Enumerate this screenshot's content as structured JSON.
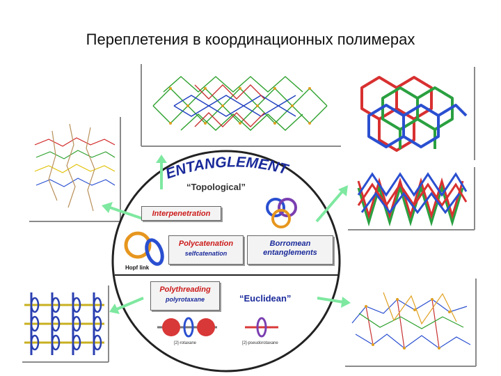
{
  "slide_title": "Переплетения в координационных полимерах",
  "diagram": {
    "heading": "ENTANGLEMENT",
    "topological": "“Topological”",
    "euclidean": "“Euclidean”",
    "interpenetration": "Interpenetration",
    "polycatenation": "Polycatenation",
    "selfcatenation": "selfcatenation",
    "borromean_line1": "Borromean",
    "borromean_line2": "entanglements",
    "polythreading": "Polythreading",
    "polyrotaxane": "polyrotaxane",
    "hopf_link": "Hopf link",
    "rotaxane": "[2]-rotaxane",
    "pseudorotaxane": "[2]-pseudorotaxane"
  },
  "colors": {
    "arrow": "#7ee8a0",
    "heading": "#1a2a9a",
    "label_red": "#cc1a1a",
    "label_blue": "#1a2a9a",
    "ring_orange": "#e6961e",
    "ring_blue": "#2a4fd0",
    "ring_purple": "#7a3fb0",
    "ball_red": "#d83838"
  }
}
